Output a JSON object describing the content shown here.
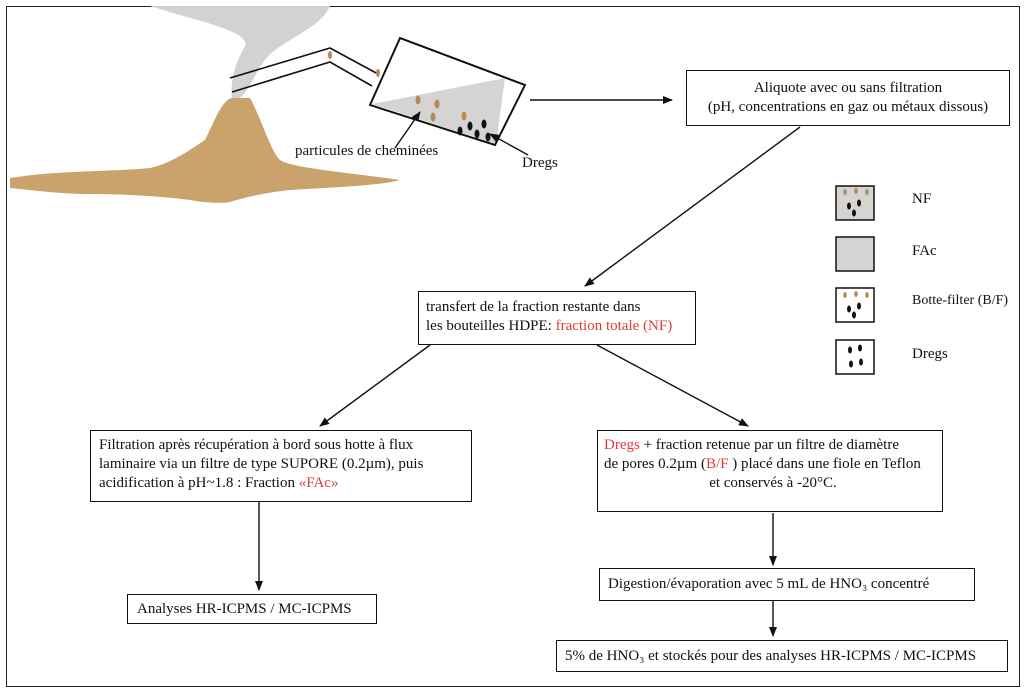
{
  "schematic": {
    "label_particles": "particules de cheminées",
    "label_dregs": "Dregs"
  },
  "boxes": {
    "aliquot": {
      "line1": "Aliquote avec ou sans filtration",
      "line2": "(pH, concentrations en gaz ou métaux dissous)"
    },
    "transfer": {
      "line1": "transfert de la fraction restante dans",
      "line2_prefix": "les bouteilles HDPE: ",
      "line2_red": "fraction totale (NF)"
    },
    "filtration": {
      "line1": "Filtration après récupération à bord sous hotte à flux",
      "line2": "laminaire  via un filtre de  type SUPORE (0.2µm), puis",
      "line3_prefix": "acidification à pH~1.8 :  Fraction ",
      "line3_red": "«FAc»"
    },
    "dregs_box": {
      "line1_red": "Dregs",
      "line1_rest": " + fraction retenue par un filtre de diamètre",
      "line2_prefix": "de  pores 0.2µm (",
      "line2_red": "B/F",
      "line2_suffix": " ) placé dans une fiole en Teflon",
      "line3": "et conservés à -20°C."
    },
    "analyses_left": "Analyses HR-ICPMS / MC-ICPMS",
    "digestion": "Digestion/évaporation avec 5 mL de HNO₃ concentré",
    "final": "5% de HNO₃ et stockés pour des analyses HR-ICPMS / MC-ICPMS"
  },
  "legend": [
    {
      "label": "NF",
      "swatch": "gray-with-particles"
    },
    {
      "label": "FAc",
      "swatch": "gray"
    },
    {
      "label": "Botte-filter (B/F)",
      "swatch": "white-with-particles"
    },
    {
      "label": "Dregs",
      "swatch": "white-with-dregs"
    }
  ],
  "colors": {
    "chimney": "#c9a36b",
    "plume": "#d2d2d2",
    "fraction_gray": "#d6d3d3",
    "particle_brown": "#b48a5a",
    "accent_red": "#e03a3a"
  }
}
